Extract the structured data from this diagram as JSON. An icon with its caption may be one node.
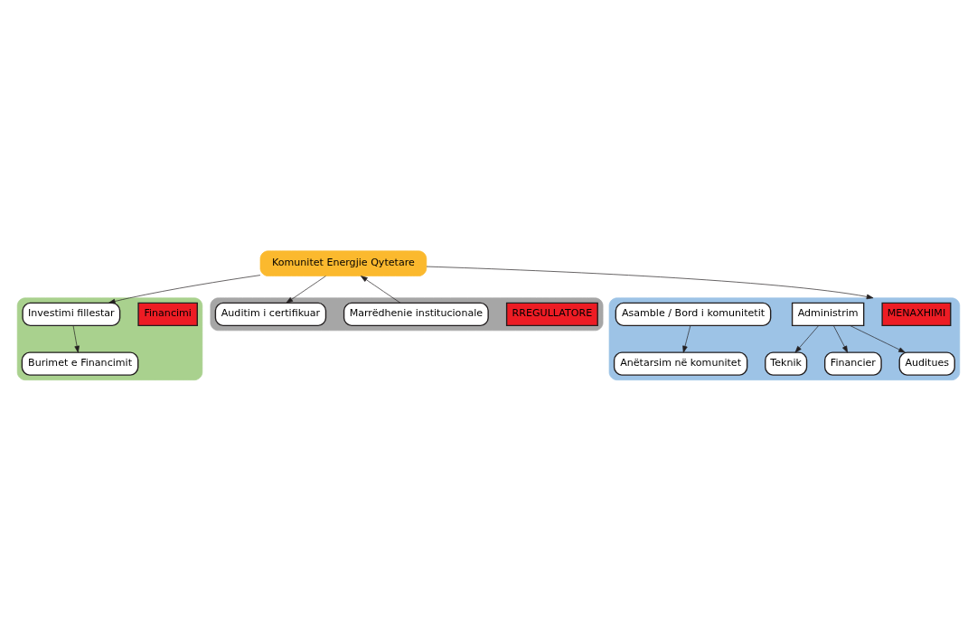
{
  "diagram": {
    "nodes": [
      {
        "text": [],
        "shape": "ellipse"
      },
      {
        "text": [
          "Financimi"
        ],
        "in": 0
      },
      {
        "text": [
          "Burimet e Financimit"
        ],
        "in": 0
      },
      {
        "text": [
          "Investimi fillestar"
        ],
        "in": 0
      },
      {
        "text": [
          "Komunitet Energjie Qytetare"
        ]
      },
      {
        "text": [],
        "shape": "ellipse"
      },
      {
        "text": [
          "RREGULLATORE"
        ],
        "in": 5
      },
      {
        "text": [
          "Marrëdhenie institucionale"
        ],
        "in": 5
      },
      {
        "text": [
          "Auditim i certifikuar"
        ],
        "in": 5
      },
      {
        "text": [],
        "shape": "ellipse"
      },
      {
        "text": [
          "MENAXHIMI"
        ],
        "in": 9
      },
      {
        "text": [
          "Administrim"
        ],
        "in": 9
      },
      {
        "text": [
          "Asamble / Bord i komunitetit"
        ],
        "in": 9
      },
      {
        "text": [
          "Teknik"
        ],
        "in": 9
      },
      {
        "text": [
          "Financier"
        ],
        "in": 9
      },
      {
        "text": [
          "Auditues"
        ],
        "in": 9
      },
      {
        "text": [
          "Anëtarsim në komunitet"
        ],
        "in": 9
      }
    ],
    "edges": [
      {
        "from": 3,
        "to": 2,
        "arrow": "to"
      },
      {
        "from": 4,
        "to": 3,
        "arrow": "to"
      },
      {
        "from": 7,
        "to": 4,
        "arrow": "to"
      },
      {
        "from": 4,
        "to": 8,
        "arrow": "to"
      },
      {
        "from": 4,
        "to": 9,
        "arrow": "to"
      },
      {
        "from": 11,
        "to": 13,
        "arrow": "to"
      },
      {
        "from": 11,
        "to": 14,
        "arrow": "to"
      },
      {
        "from": 11,
        "to": 15,
        "arrow": "to"
      },
      {
        "from": 12,
        "to": 16,
        "arrow": "to"
      }
    ]
  }
}
